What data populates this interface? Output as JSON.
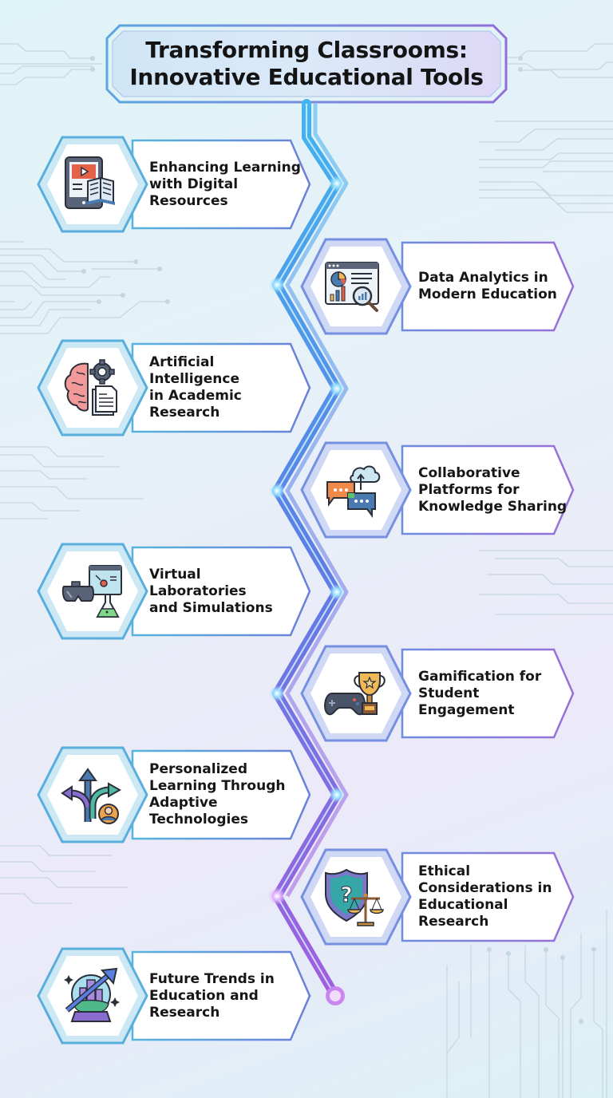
{
  "title": {
    "line1": "Transforming Classrooms:",
    "line2": "Innovative Educational Tools"
  },
  "colors": {
    "blue_accent": "#4a9be0",
    "purple_accent": "#8a63d8",
    "text": "#161616",
    "card_fill": "#ffffff"
  },
  "items": [
    {
      "side": "left",
      "icon": "tablet-book-icon",
      "lines": [
        "Enhancing Learning",
        "with Digital Resources"
      ]
    },
    {
      "side": "right",
      "icon": "analytics-dashboard-icon",
      "lines": [
        "Data Analytics in",
        "Modern Education"
      ]
    },
    {
      "side": "left",
      "icon": "brain-gear-document-icon",
      "lines": [
        "Artificial Intelligence",
        "in Academic Research"
      ]
    },
    {
      "side": "right",
      "icon": "chat-cloud-icon",
      "lines": [
        "Collaborative",
        "Platforms for",
        "Knowledge Sharing"
      ]
    },
    {
      "side": "left",
      "icon": "vr-headset-flask-icon",
      "lines": [
        "Virtual Laboratories",
        "and Simulations"
      ]
    },
    {
      "side": "right",
      "icon": "gamepad-trophy-icon",
      "lines": [
        "Gamification for",
        "Student",
        "Engagement"
      ]
    },
    {
      "side": "left",
      "icon": "branching-arrows-user-icon",
      "lines": [
        "Personalized",
        "Learning Through",
        "Adaptive",
        "Technologies"
      ]
    },
    {
      "side": "right",
      "icon": "shield-scales-icon",
      "lines": [
        "Ethical",
        "Considerations in",
        "Educational",
        "Research"
      ]
    },
    {
      "side": "left",
      "icon": "crystal-ball-growth-icon",
      "lines": [
        "Future Trends in",
        "Education and",
        "Research"
      ]
    }
  ]
}
